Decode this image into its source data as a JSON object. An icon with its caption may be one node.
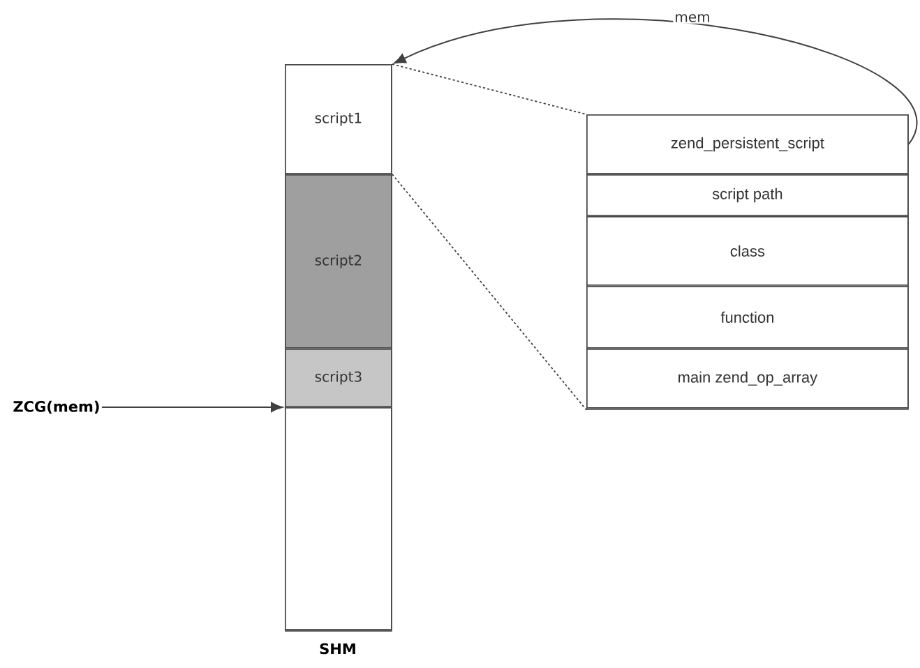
{
  "diagram": {
    "nodes": [
      {
        "text": [
          "SHM"
        ]
      },
      {
        "text": [
          "script1"
        ],
        "in": 0
      },
      {
        "text": [
          "script2"
        ],
        "in": 0
      },
      {
        "text": [
          "script3"
        ],
        "in": 0
      },
      {
        "text": [],
        "shape": "box",
        "in": 0
      },
      {
        "text": [
          "ZCG(mem)"
        ]
      },
      {
        "text": [],
        "shape": "box"
      },
      {
        "text": [
          "zend_persistent_script"
        ],
        "in": 6
      },
      {
        "text": [
          "script path"
        ],
        "in": 6
      },
      {
        "text": [
          "class"
        ],
        "in": 6
      },
      {
        "text": [
          "function"
        ],
        "in": 6
      },
      {
        "text": [
          "main zend_op_array"
        ],
        "in": 6
      }
    ],
    "edges": [
      {
        "from": 1,
        "to": 6,
        "arrow": "none",
        "style": "dashed"
      },
      {
        "from": 1,
        "to": 6,
        "arrow": "none",
        "style": "dashed"
      },
      {
        "from": 7,
        "to": 1,
        "arrow": "to",
        "label": "mem"
      },
      {
        "from": 5,
        "to": 4,
        "arrow": "to"
      }
    ]
  }
}
